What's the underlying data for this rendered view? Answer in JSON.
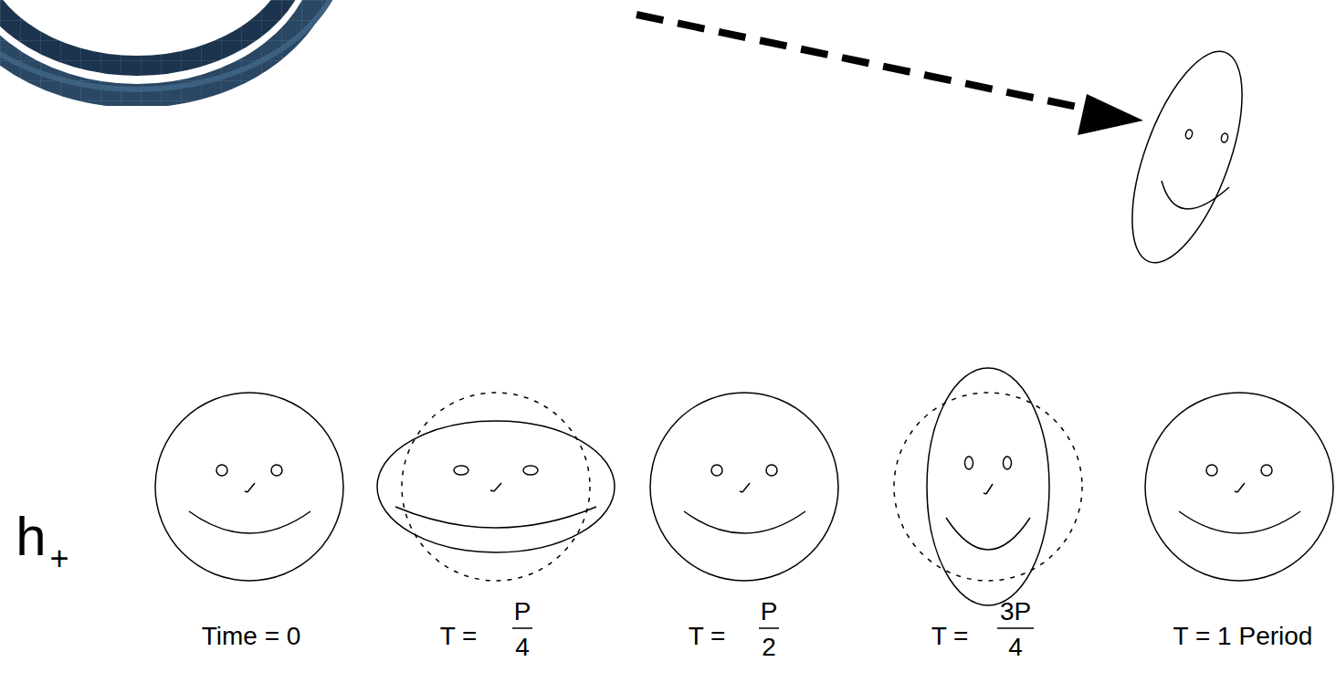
{
  "diagram": {
    "labels": [
      "h",
      "+",
      "Time = 0",
      "T =",
      "P",
      "4",
      "T =",
      "P",
      "2",
      "T =",
      "3P",
      "4",
      "T = 1 Period"
    ]
  }
}
